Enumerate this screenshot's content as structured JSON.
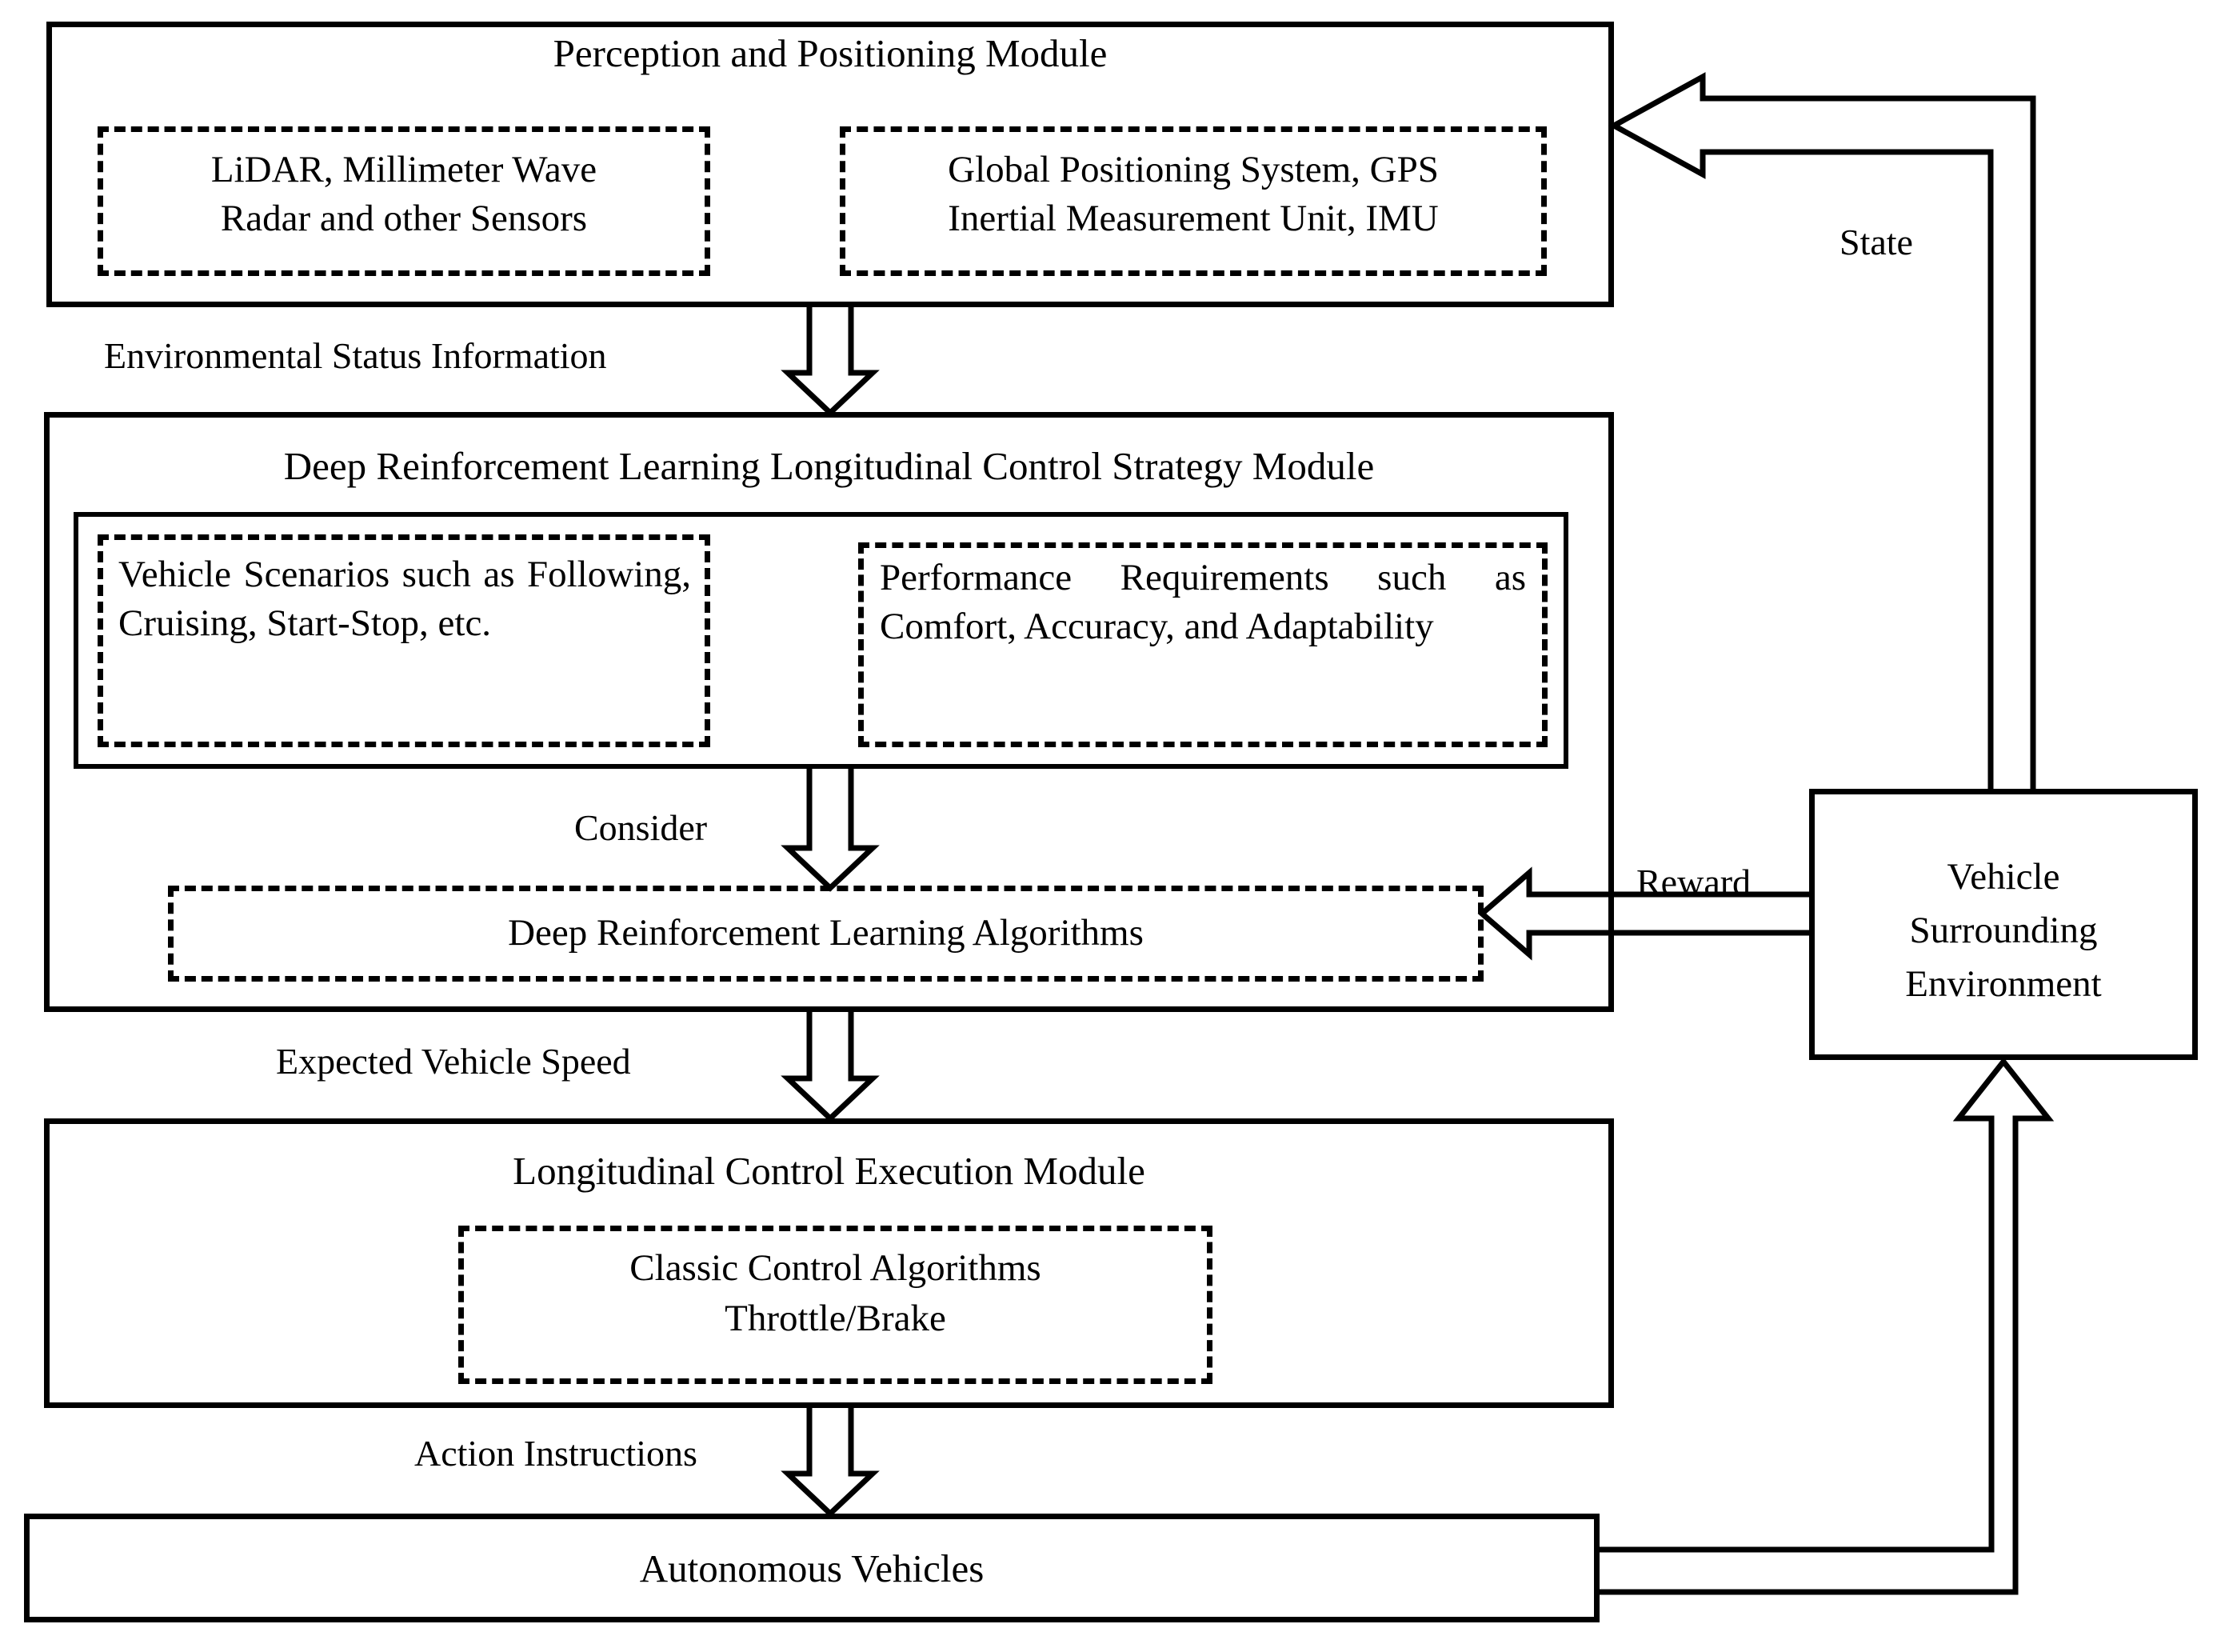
{
  "diagram": {
    "title": "Deep Reinforcement Learning Longitudinal Control Architecture",
    "stroke_color": "#000000",
    "background_color": "#ffffff"
  },
  "modules": {
    "perception": {
      "title": "Perception and Positioning Module",
      "sensors_box": "LiDAR, Millimeter Wave Radar and other Sensors",
      "sensors_line1": "LiDAR, Millimeter Wave",
      "sensors_line2": "Radar and other Sensors",
      "positioning_box": "Global Positioning System, GPS Inertial Measurement Unit, IMU",
      "positioning_line1": "Global Positioning System, GPS",
      "positioning_line2": "Inertial Measurement Unit, IMU"
    },
    "strategy": {
      "title": "Deep Reinforcement Learning Longitudinal Control Strategy Module",
      "scenarios_box": "Vehicle Scenarios such as Following, Cruising, Start-Stop, etc.",
      "performance_box": "Performance Requirements such as Comfort, Accuracy, and Adaptability",
      "algorithms_box": "Deep Reinforcement Learning Algorithms"
    },
    "execution": {
      "title": "Longitudinal Control Execution Module",
      "classic_line1": "Classic Control Algorithms",
      "classic_line2": "Throttle/Brake"
    },
    "vehicles": {
      "title": "Autonomous Vehicles"
    },
    "environment": {
      "line1": "Vehicle",
      "line2": "Surrounding",
      "line3": "Environment"
    }
  },
  "flow_labels": {
    "environmental_status": "Environmental Status Information",
    "consider": "Consider",
    "expected_speed": "Expected Vehicle Speed",
    "action_instructions": "Action Instructions",
    "state": "State",
    "reward": "Reward"
  }
}
